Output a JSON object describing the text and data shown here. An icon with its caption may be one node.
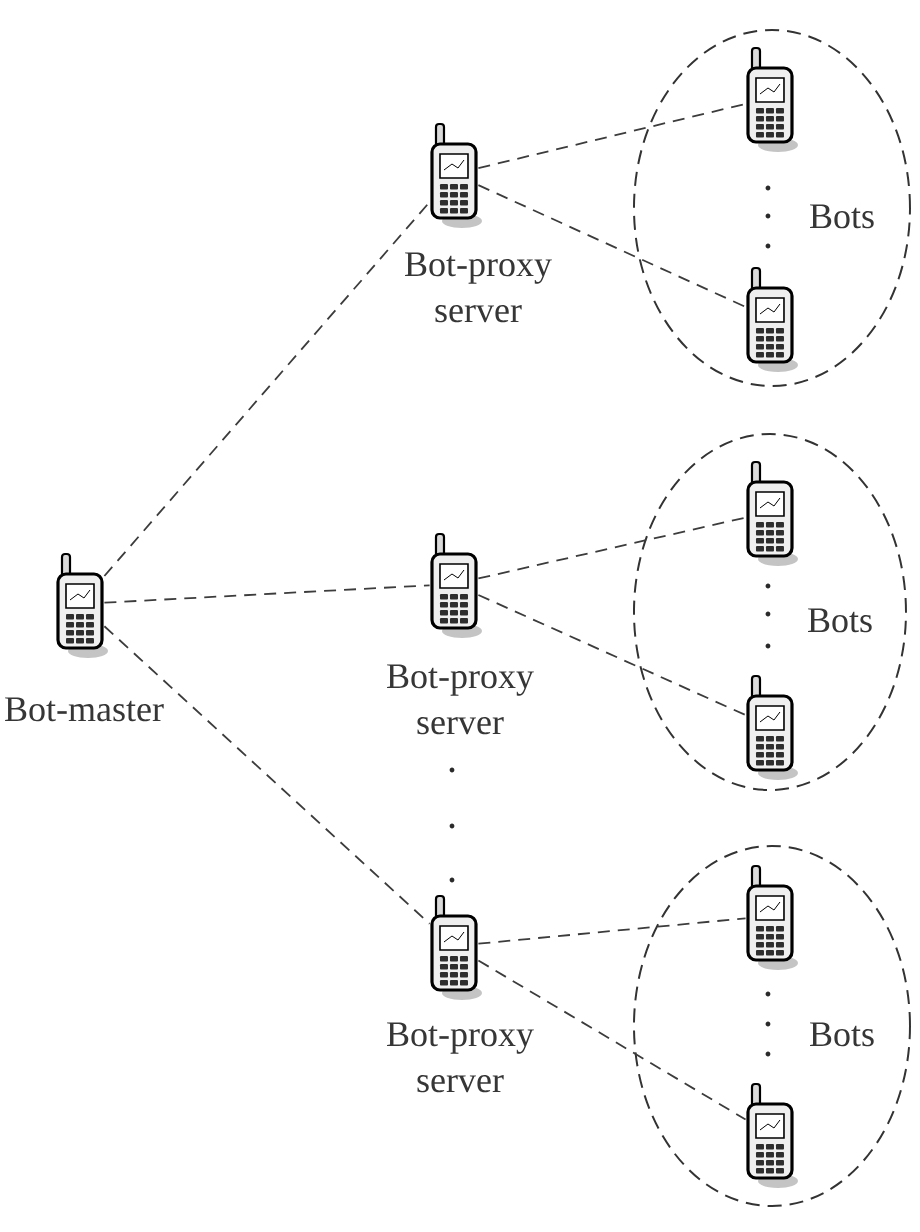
{
  "diagram": {
    "nodes": [
      {
        "text": [],
        "shape": "picture",
        "beside": [
          "Bot-master"
        ]
      },
      {
        "text": [],
        "shape": "picture",
        "beside": [
          "Bot-proxy server"
        ]
      },
      {
        "text": [
          "Bots"
        ]
      },
      {
        "text": [],
        "shape": "picture",
        "in": 2
      },
      {
        "text": [],
        "shape": "picture",
        "in": 2
      },
      {
        "text": [],
        "shape": "picture",
        "beside": [
          "Bot-proxy server"
        ]
      },
      {
        "text": [
          "Bots"
        ]
      },
      {
        "text": [],
        "shape": "picture",
        "in": 6
      },
      {
        "text": [],
        "shape": "picture",
        "in": 6
      },
      {
        "text": [],
        "shape": "picture",
        "beside": [
          "Bot-proxy server"
        ]
      },
      {
        "text": [
          "Bots"
        ]
      },
      {
        "text": [],
        "shape": "picture",
        "in": 10
      },
      {
        "text": [],
        "shape": "picture",
        "in": 10
      }
    ],
    "edges": [
      {
        "from": 0,
        "to": 1,
        "arrow": "none",
        "style": "dashed"
      },
      {
        "from": 0,
        "to": 5,
        "arrow": "none",
        "style": "dashed"
      },
      {
        "from": 0,
        "to": 9,
        "arrow": "none",
        "style": "dashed"
      },
      {
        "from": 1,
        "to": 3,
        "arrow": "none",
        "style": "dashed"
      },
      {
        "from": 1,
        "to": 4,
        "arrow": "none",
        "style": "dashed"
      },
      {
        "from": 5,
        "to": 7,
        "arrow": "none",
        "style": "dashed"
      },
      {
        "from": 5,
        "to": 8,
        "arrow": "none",
        "style": "dashed"
      },
      {
        "from": 9,
        "to": 11,
        "arrow": "none",
        "style": "dashed"
      },
      {
        "from": 9,
        "to": 12,
        "arrow": "none",
        "style": "dashed"
      }
    ]
  }
}
